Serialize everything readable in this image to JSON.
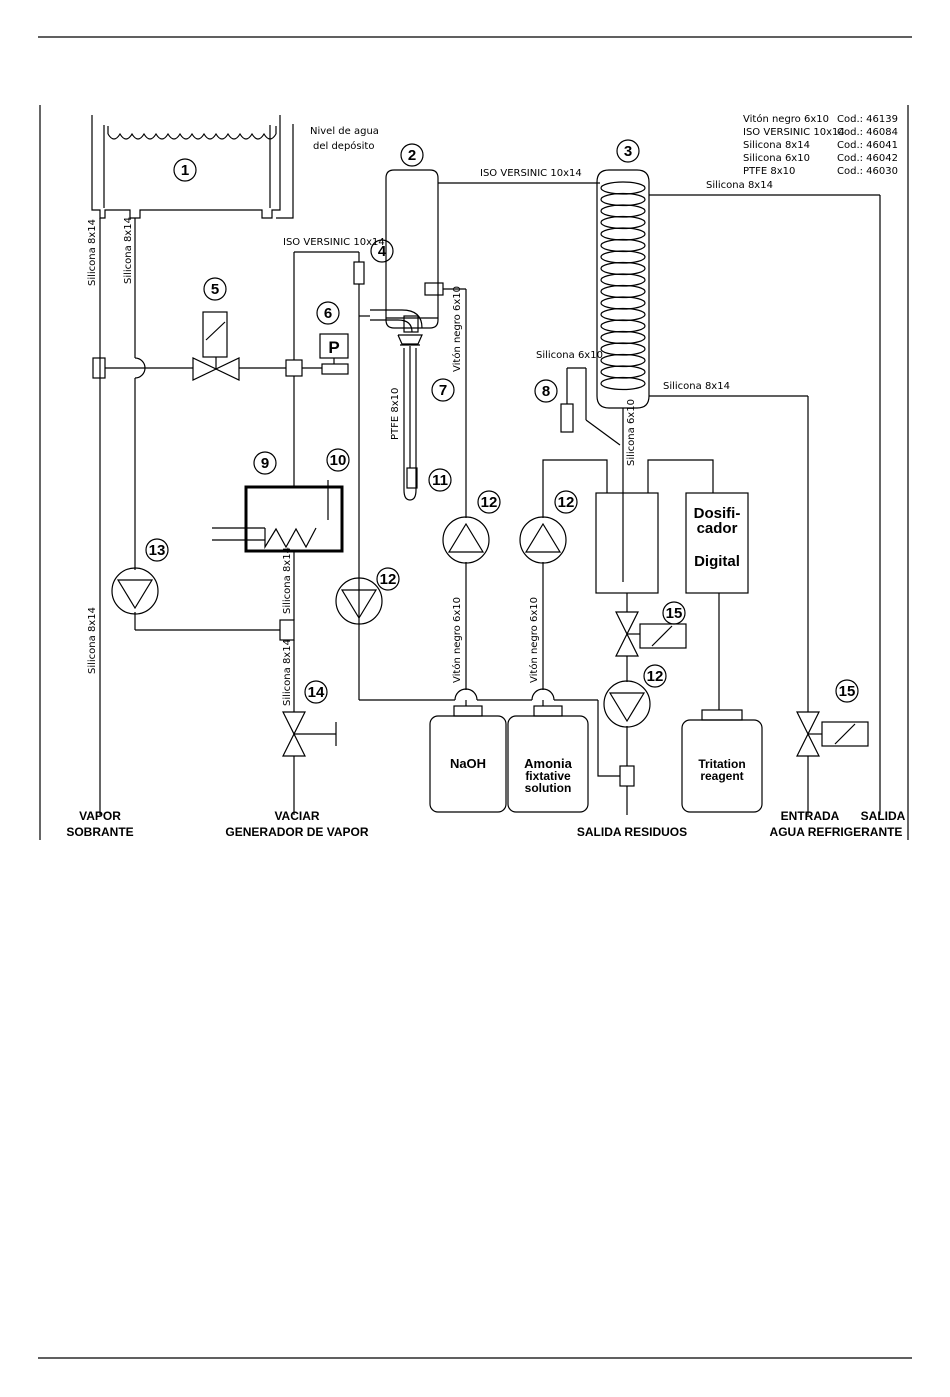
{
  "legend": [
    {
      "name": "Vitón negro 6x10",
      "code": "Cod.: 46139"
    },
    {
      "name": "ISO VERSINIC 10x14",
      "code": "Cod.: 46084"
    },
    {
      "name": "Silicona 8x14",
      "code": "Cod.: 46041"
    },
    {
      "name": "Silicona 6x10",
      "code": "Cod.: 46042"
    },
    {
      "name": "PTFE 8x10",
      "code": "Cod.: 46030"
    }
  ],
  "labels": {
    "water_level_1": "Nivel de agua",
    "water_level_2": "del depósito",
    "iso_versinic": "ISO VERSINIC 10x14",
    "silicona_8x14": "Silicona 8x14",
    "silicona_6x10": "Silicona 6x10",
    "viton_negro_6x10": "Vitón negro 6x10",
    "ptfe_8x10": "PTFE 8x10",
    "pressure_p": "P",
    "naoh": "NaOH",
    "amonia_1": "Amonia",
    "amonia_2": "fixtative",
    "amonia_3": "solution",
    "tritation_1": "Tritation",
    "tritation_2": "reagent",
    "dosificador_1": "Dosifi-",
    "dosificador_2": "cador",
    "dosificador_3": "Digital"
  },
  "components": [
    "1",
    "2",
    "3",
    "4",
    "5",
    "6",
    "7",
    "8",
    "9",
    "10",
    "11",
    "12",
    "13",
    "14",
    "15"
  ],
  "outlets": {
    "vapor_1": "VAPOR",
    "vapor_2": "SOBRANTE",
    "vaciar_1": "VACIAR",
    "vaciar_2": "GENERADOR DE VAPOR",
    "salida_residuos": "SALIDA RESIDUOS",
    "entrada": "ENTRADA",
    "salida": "SALIDA",
    "agua_refrigerante": "AGUA REFRIGERANTE"
  }
}
